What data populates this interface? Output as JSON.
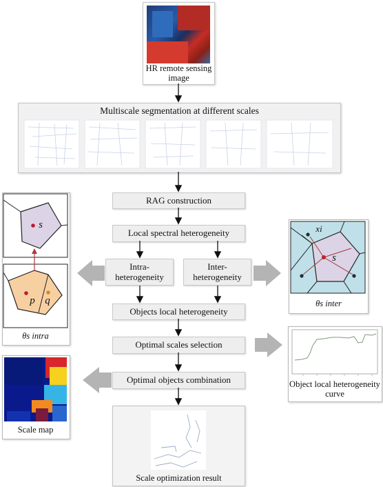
{
  "input": {
    "label": "HR remote sensing image"
  },
  "segmentation": {
    "title": "Multiscale segmentation at different scales"
  },
  "steps": {
    "rag": "RAG construction",
    "local_spectral": "Local spectral heterogeneity",
    "intra": "Intra-heterogeneity",
    "inter": "Inter-heterogeneity",
    "objects_local": "Objects local heterogeneity",
    "optimal_scales": "Optimal scales selection",
    "optimal_objects": "Optimal objects combination"
  },
  "left_diagram": {
    "region_s": "s",
    "region_p": "p",
    "region_q": "q",
    "caption": "θs intra"
  },
  "right_diagram": {
    "region_s": "s",
    "neighbor": "xi",
    "caption": "θs inter"
  },
  "curve": {
    "caption": "Object local heterogeneity curve"
  },
  "scale_map": {
    "caption": "Scale map"
  },
  "result": {
    "caption": "Scale optimization result"
  },
  "colors": {
    "box_fill": "#eeeeee",
    "region_fill": "#dcd3e6",
    "intra_fill": "#f7d0a2",
    "inter_bg": "#bfe0e8",
    "arrow_gray": "#b4b4b4",
    "dot": "#c0182e"
  }
}
